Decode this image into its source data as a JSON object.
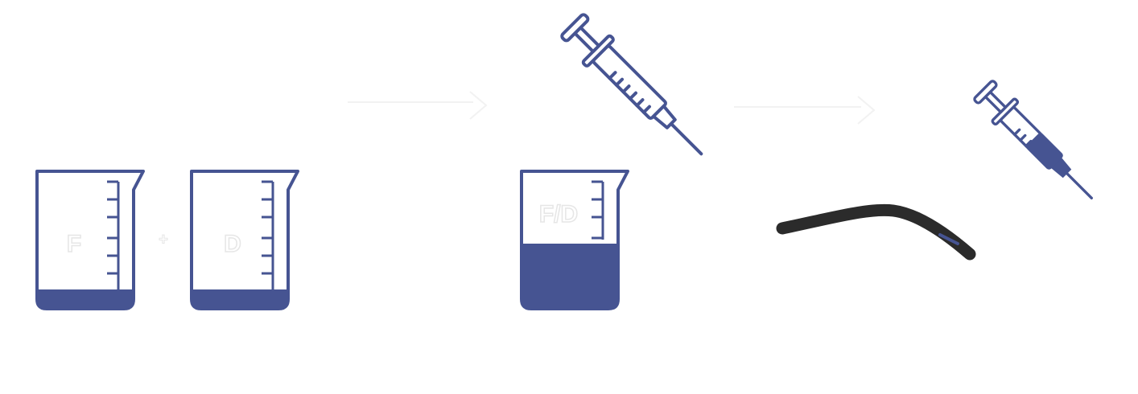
{
  "colors": {
    "primary": "#465492",
    "fiber": "#2b2b2b",
    "background": "#ffffff",
    "arrow": "#ffffff"
  },
  "steps": [
    {
      "beakers": [
        {
          "label": "F",
          "fill_level": 0.1
        },
        {
          "label": "D",
          "fill_level": 0.1
        }
      ],
      "operator": "+"
    },
    {
      "beaker": {
        "label": "F/D",
        "fill_level": 0.47
      },
      "syringe_icon": "syringe-icon"
    },
    {
      "fiber_icon": "fiber-icon",
      "syringe_icon": "syringe-icon",
      "syringe_fill_level": 0.45
    }
  ],
  "arrows": [
    "right-arrow",
    "right-arrow"
  ]
}
